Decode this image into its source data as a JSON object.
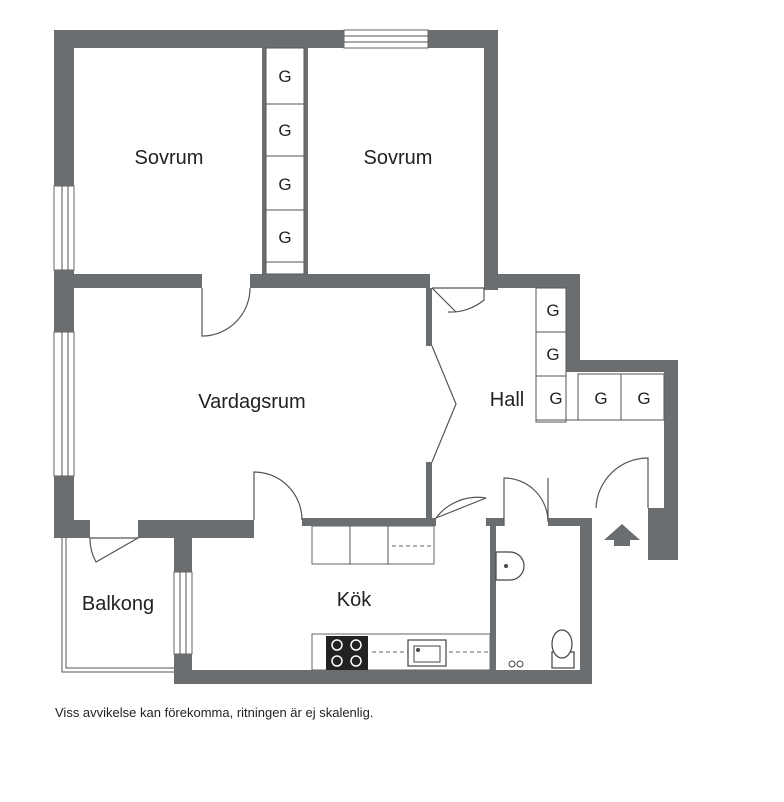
{
  "rooms": {
    "sovrum_left": "Sovrum",
    "sovrum_right": "Sovrum",
    "vardagsrum": "Vardagsrum",
    "hall": "Hall",
    "kok": "Kök",
    "balkong": "Balkong"
  },
  "closet_label": "G",
  "disclaimer": "Viss avvikelse kan förekomma, ritningen är ej skalenlig.",
  "colors": {
    "wall": "#6b6e71",
    "background": "#ffffff"
  }
}
